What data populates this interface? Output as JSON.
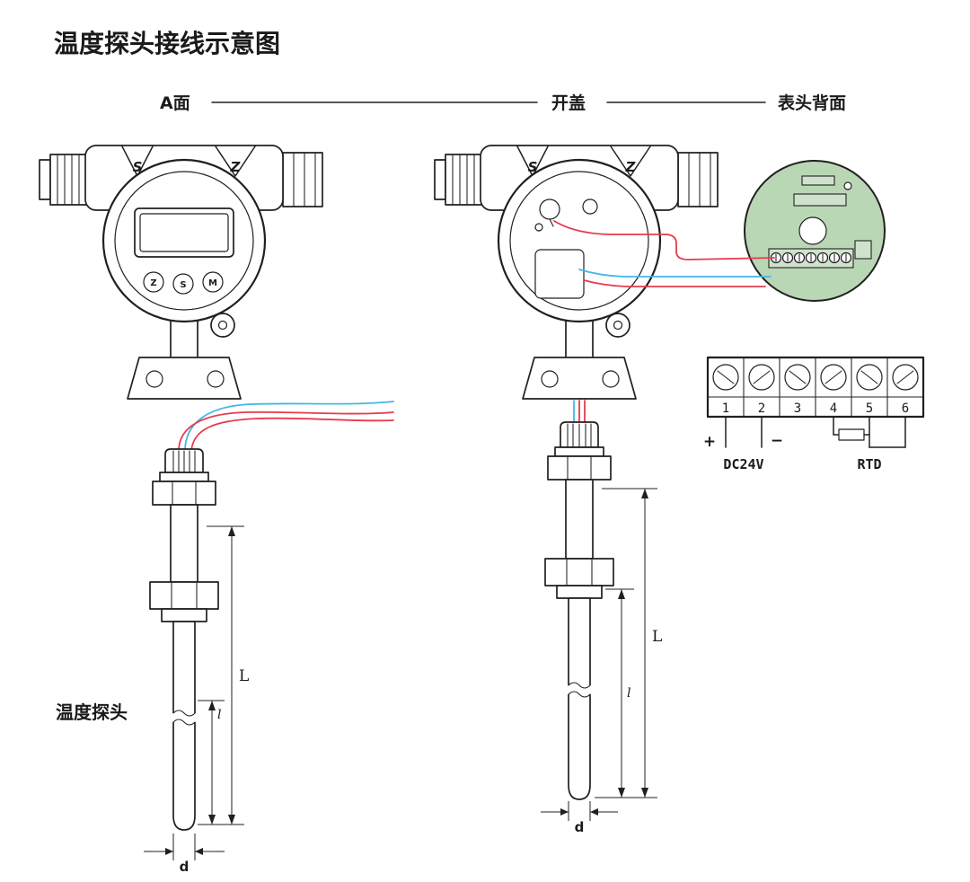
{
  "title": "温度探头接线示意图",
  "sections": {
    "a_side": "A面",
    "open_cover": "开盖",
    "meter_back": "表头背面"
  },
  "probe_label": "温度探头",
  "housing": {
    "s": "S",
    "z": "Z"
  },
  "display_buttons": [
    "Z",
    "S",
    "M"
  ],
  "terminals": {
    "numbers": [
      "1",
      "2",
      "3",
      "4",
      "5",
      "6"
    ],
    "plus": "+",
    "minus": "−",
    "power_label": "DC24V",
    "rtd_label": "RTD"
  },
  "dimensions": {
    "length": "L",
    "insert_length": "l",
    "diameter": "d"
  },
  "colors": {
    "line": "#231f20",
    "wire_red": "#e63b4e",
    "wire_blue": "#45b6e6",
    "pcb_green": "#b9d7b5"
  }
}
